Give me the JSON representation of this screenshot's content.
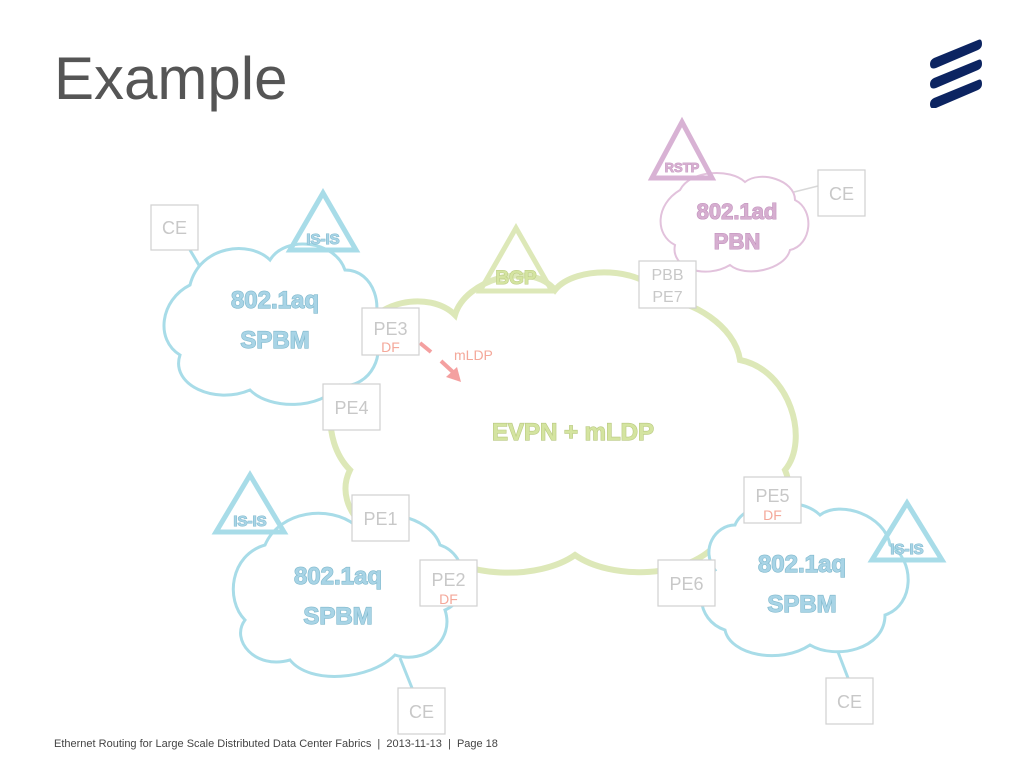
{
  "slide": {
    "title": "Example"
  },
  "colors": {
    "spbm_cloud": "#a8dce8",
    "spbm_text": "#a8d4e6",
    "evpn_cloud": "#dde8b8",
    "evpn_text": "#d4e4a0",
    "pbn_cloud": "#e2c2dc",
    "pbn_text": "#d6aed0",
    "box_border": "#d0d0d0",
    "box_text": "#c8c8c8",
    "df_text": "#f4a89a",
    "mldp_arrow": "#f4a0a0",
    "logo": "#0c2461"
  },
  "clouds": {
    "core": {
      "label": "EVPN + mLDP",
      "triangle": "BGP"
    },
    "spbm_left": {
      "line1": "802.1aq",
      "line2": "SPBM",
      "triangle": "IS-IS"
    },
    "spbm_bottom": {
      "line1": "802.1aq",
      "line2": "SPBM",
      "triangle": "IS-IS"
    },
    "spbm_right": {
      "line1": "802.1aq",
      "line2": "SPBM",
      "triangle": "IS-IS"
    },
    "pbn": {
      "line1": "802.1ad",
      "line2": "PBN",
      "triangle": "RSTP"
    }
  },
  "nodes": {
    "ce_top_left": "CE",
    "ce_top_right": "CE",
    "ce_bottom_left": "CE",
    "ce_bottom_right": "CE",
    "pe1": "PE1",
    "pe2": "PE2",
    "pe2_role": "DF",
    "pe3": "PE3",
    "pe3_role": "DF",
    "pe4": "PE4",
    "pe5": "PE5",
    "pe5_role": "DF",
    "pe6": "PE6",
    "pe7_line1": "PBB",
    "pe7_line2": "PE7"
  },
  "annotations": {
    "mldp": "mLDP"
  },
  "footer": {
    "text": "Ethernet Routing for Large Scale Distributed Data Center Fabrics  |  2013-11-13  |  Page 18"
  }
}
